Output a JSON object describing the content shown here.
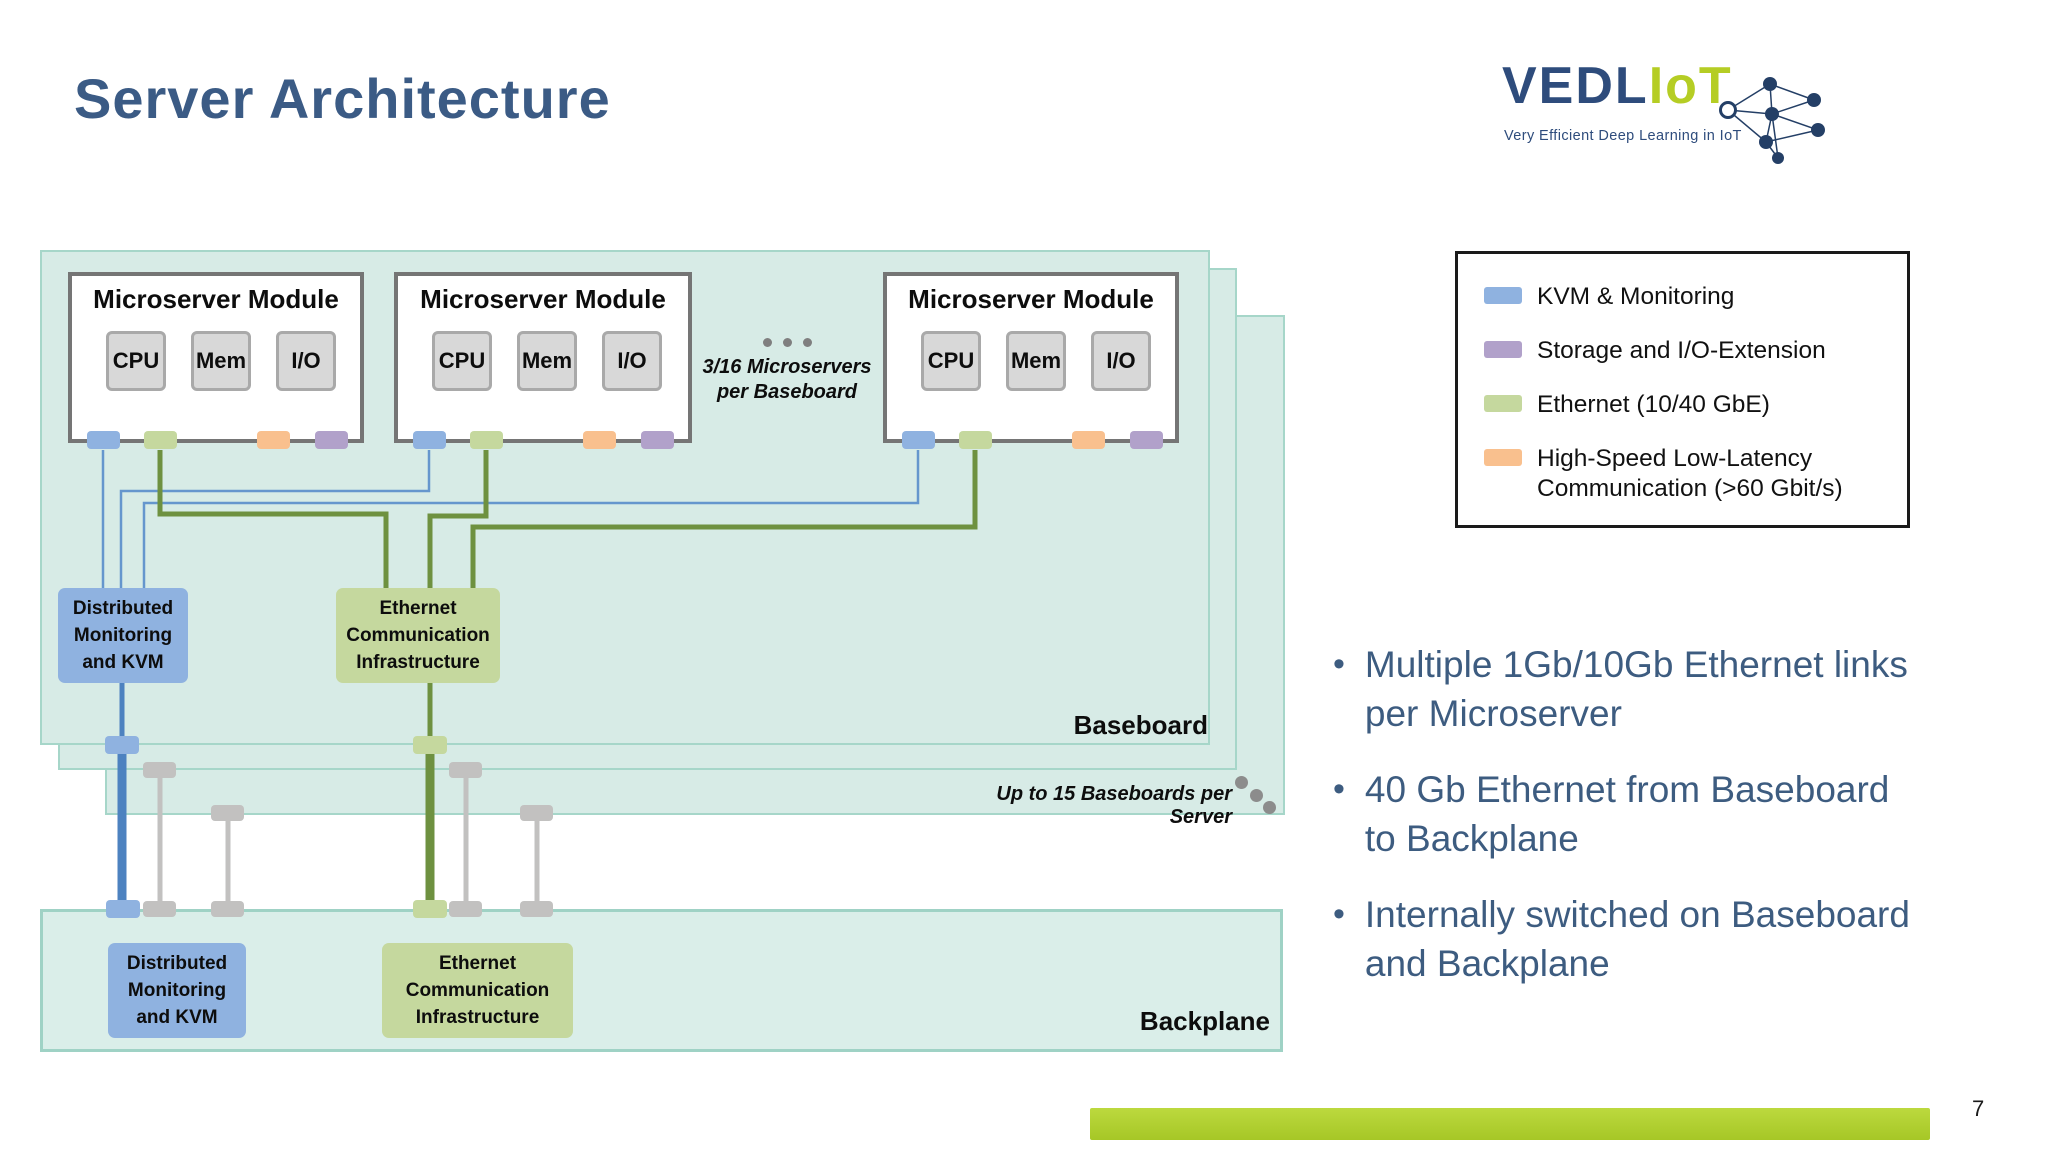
{
  "slide": {
    "title": "Server Architecture",
    "page_number": "7",
    "accent_bar_color": "#b2d033"
  },
  "logo": {
    "text_primary": "VEDL",
    "text_accent": "IoT",
    "tagline": "Very Efficient Deep Learning in IoT",
    "primary_color": "#2e4c7c",
    "accent_color": "#b5cd24"
  },
  "colors": {
    "kvm": "#8fb2e0",
    "storage": "#b1a1ca",
    "ethernet": "#c5d89e",
    "highspeed": "#f9c08e",
    "wire_kvm_thin": "#6596cd",
    "wire_kvm_thick": "#4d82c0",
    "wire_ethernet": "#6e9140",
    "connector_gray": "#c2c1c0",
    "board_fill": "#d7ebe6",
    "title_text": "#3b5b85",
    "bullet_text": "#3d5c80"
  },
  "legend": {
    "items": [
      {
        "label": "KVM & Monitoring"
      },
      {
        "label": "Storage and I/O-Extension"
      },
      {
        "label": "Ethernet (10/40 GbE)"
      },
      {
        "label": "High-Speed Low-Latency Communication (>60 Gbit/s)"
      }
    ]
  },
  "diagram": {
    "modules": [
      {
        "title": "Microserver Module",
        "chips": [
          "CPU",
          "Mem",
          "I/O"
        ]
      },
      {
        "title": "Microserver Module",
        "chips": [
          "CPU",
          "Mem",
          "I/O"
        ]
      },
      {
        "title": "Microserver Module",
        "chips": [
          "CPU",
          "Mem",
          "I/O"
        ]
      }
    ],
    "module_note": {
      "line1": "3/16 Microservers",
      "line2": "per Baseboard"
    },
    "baseboard_label": "Baseboard",
    "baseboard_note": "Up to 15 Baseboards per Server",
    "backplane_label": "Backplane",
    "kvm_lines": [
      "Distributed",
      "Monitoring",
      "and KVM"
    ],
    "eth_lines": [
      "Ethernet",
      "Communication",
      "Infrastructure"
    ]
  },
  "bullets": {
    "marker": "•",
    "items": [
      {
        "line1": "Multiple 1Gb/10Gb Ethernet links",
        "line2": "per Microserver"
      },
      {
        "line1": "40 Gb Ethernet from Baseboard",
        "line2": "to Backplane"
      },
      {
        "line1": "Internally switched on Baseboard",
        "line2": "and Backplane"
      }
    ]
  }
}
